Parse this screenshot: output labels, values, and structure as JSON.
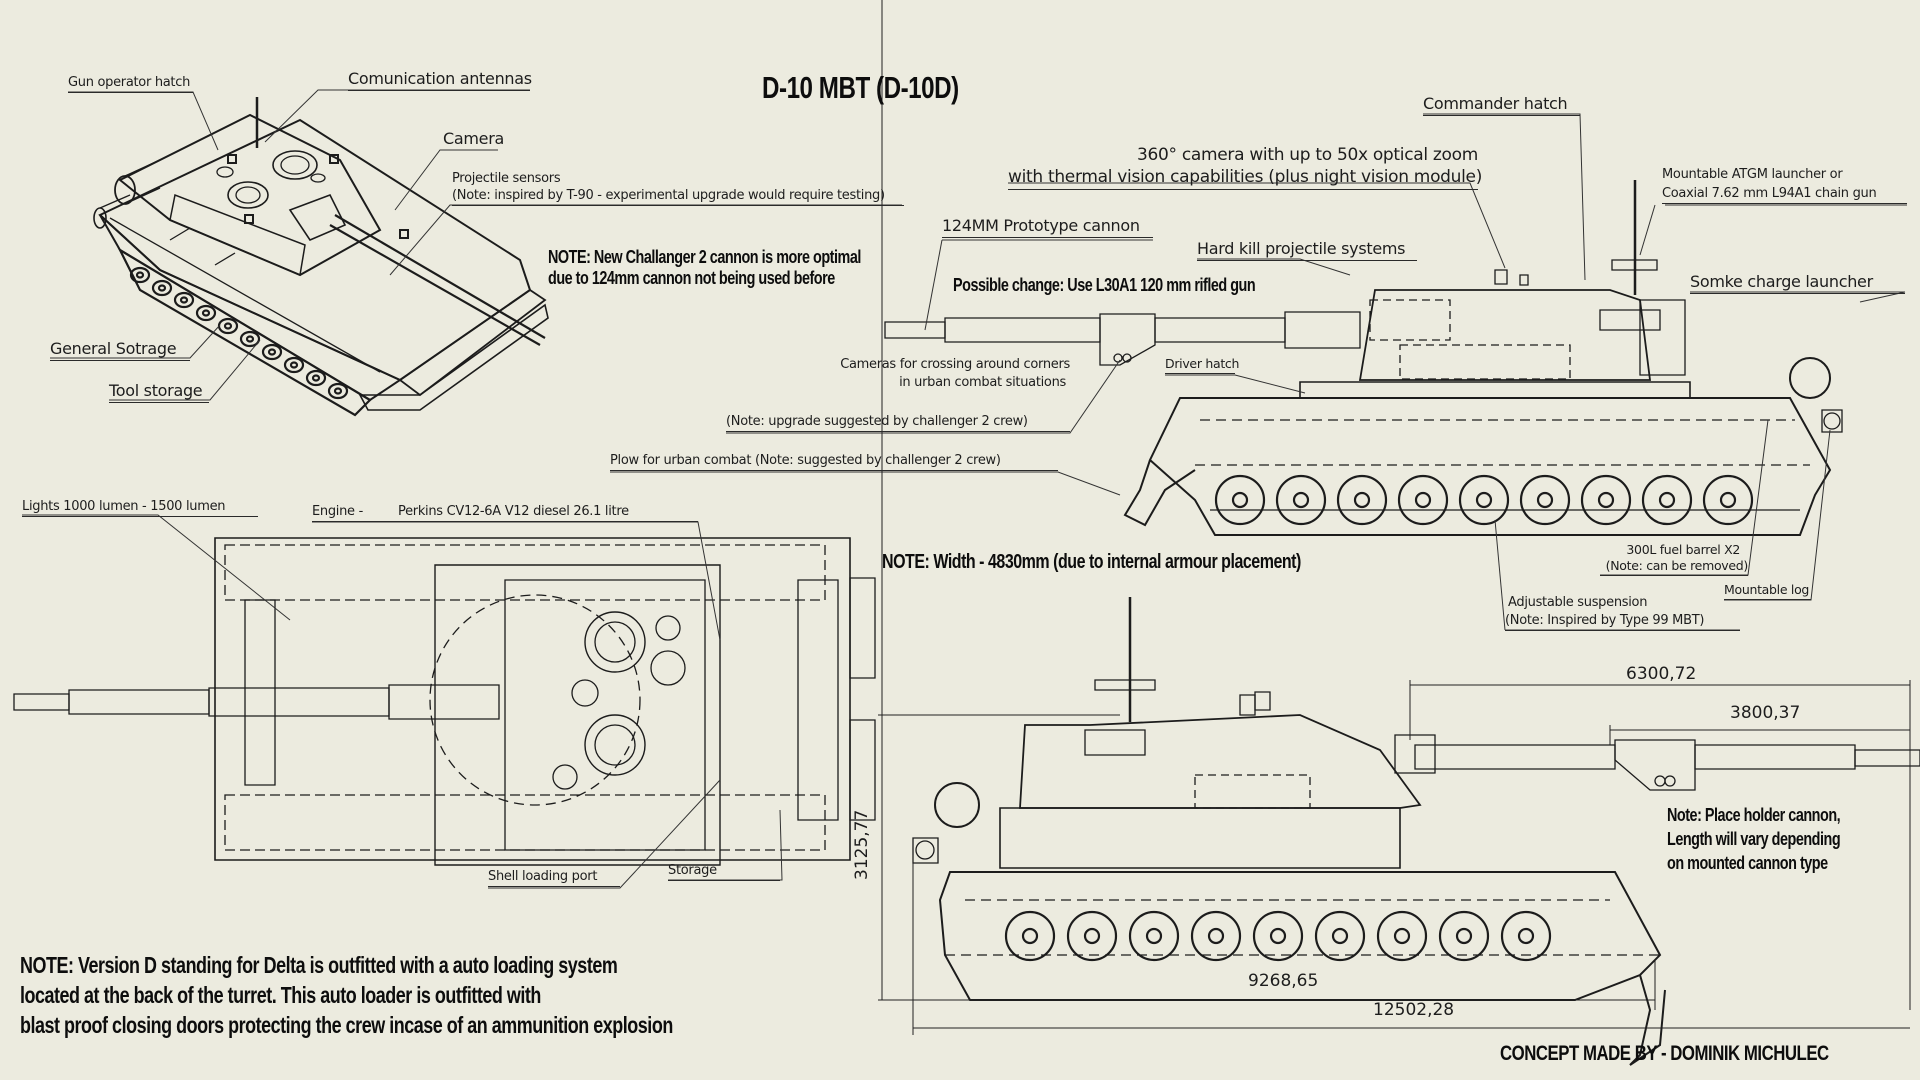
{
  "title": "D-10 MBT (D-10D)",
  "credit": "CONCEPT MADE BY - DOMINIK MICHULEC",
  "colors": {
    "background": "#ecebdf",
    "ink": "#1a1a1a"
  },
  "isometric_view": {
    "labels": {
      "gun_operator_hatch": "Gun operator hatch",
      "communication_antennas": "Comunication antennas",
      "camera": "Camera",
      "projectile_sensors": "Projectile sensors",
      "projectile_sensors_note": "(Note: inspired by T-90 - experimental upgrade would require testing)",
      "general_storage": "General Sotrage",
      "tool_storage": "Tool storage"
    }
  },
  "notes": {
    "challenger_cannon": [
      "NOTE: New Challanger 2 cannon is more optimal",
      "due to 124mm cannon not being used before"
    ],
    "possible_change": "Possible change:  Use L30A1 120 mm rifled gun",
    "width": "NOTE: Width - 4830mm (due to internal armour placement)",
    "placeholder_cannon": [
      "Note: Place holder cannon,",
      "Length will vary depending",
      "on mounted cannon type"
    ],
    "version_d": [
      "NOTE: Version D standing for Delta is outfitted with a auto loading system",
      "located at the back of the turret. This auto loader is outfitted with",
      "blast proof closing doors protecting the crew incase of an ammunition  explosion"
    ]
  },
  "side_view_top": {
    "labels": {
      "commander_hatch": "Commander hatch",
      "camera_360_line1": "360° camera with up to 50x optical zoom",
      "camera_360_line2": "with thermal vision capabilities (plus night vision module)",
      "atgm_line1": "Mountable ATGM launcher or",
      "atgm_line2": "Coaxial 7.62 mm L94A1 chain gun",
      "prototype_cannon": "124MM Prototype cannon",
      "hard_kill": "Hard kill projectile systems",
      "smoke_launcher": "Somke charge launcher",
      "corner_cameras_line1": "Cameras for crossing around corners",
      "corner_cameras_line2": "in urban combat situations",
      "corner_cameras_note": "(Note:  upgrade suggested by challenger 2 crew)",
      "driver_hatch": "Driver hatch",
      "plow": "Plow for urban combat  (Note:  suggested by challenger 2 crew)",
      "fuel_barrel": "300L fuel barrel X2",
      "fuel_barrel_note": "(Note: can be removed)",
      "mountable_log": "Mountable log",
      "suspension": "Adjustable suspension",
      "suspension_note": "(Note: Inspired by Type 99 MBT)"
    }
  },
  "top_view": {
    "labels": {
      "lights": "Lights 1000 lumen - 1500 lumen",
      "engine_prefix": "Engine -",
      "engine": "Perkins CV12-6A V12 diesel 26.1 litre",
      "shell_loading_port": "Shell loading port",
      "storage": "Storage"
    }
  },
  "dimensions": {
    "height": "3125,77",
    "gun_overhang": "6300,72",
    "barrel": "3800,37",
    "hull_length": "9268,65",
    "overall_length": "12502,28"
  }
}
